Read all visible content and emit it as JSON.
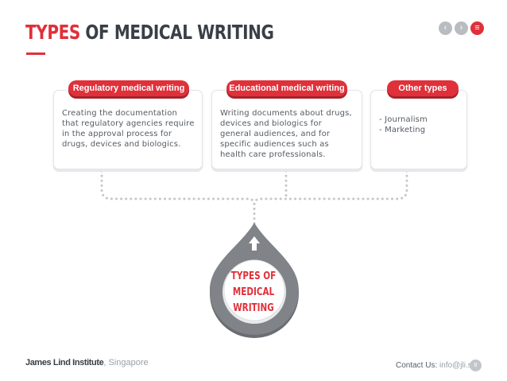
{
  "title": {
    "accent": "TYPES",
    "rest": "OF MEDICAL WRITING"
  },
  "nav": {
    "prev_icon": "chevron-left-icon",
    "next_icon": "chevron-right-icon",
    "menu_icon": "menu-icon"
  },
  "cards": [
    {
      "label": "Regulatory medical writing",
      "text": "Creating the documentation that regulatory agencies require in the approval process for drugs, devices and biologics."
    },
    {
      "label": "Educational medical writing",
      "text": "Writing documents about drugs, devices and biologics for general audiences, and for specific audiences such as health care professionals."
    },
    {
      "label": "Other types",
      "items": [
        "Journalism",
        "Marketing"
      ]
    }
  ],
  "center": {
    "line1": "TYPES OF",
    "line2": "MEDICAL",
    "line3": "WRITING"
  },
  "footer": {
    "org": "James Lind Institute",
    "location": ", Singapore",
    "contact_label": "Contact Us: ",
    "contact_email": "info@jli.sg",
    "page_number": "8"
  },
  "colors": {
    "accent": "#e0303a",
    "dark": "#3a3f47",
    "grey": "#b9bcc1"
  }
}
